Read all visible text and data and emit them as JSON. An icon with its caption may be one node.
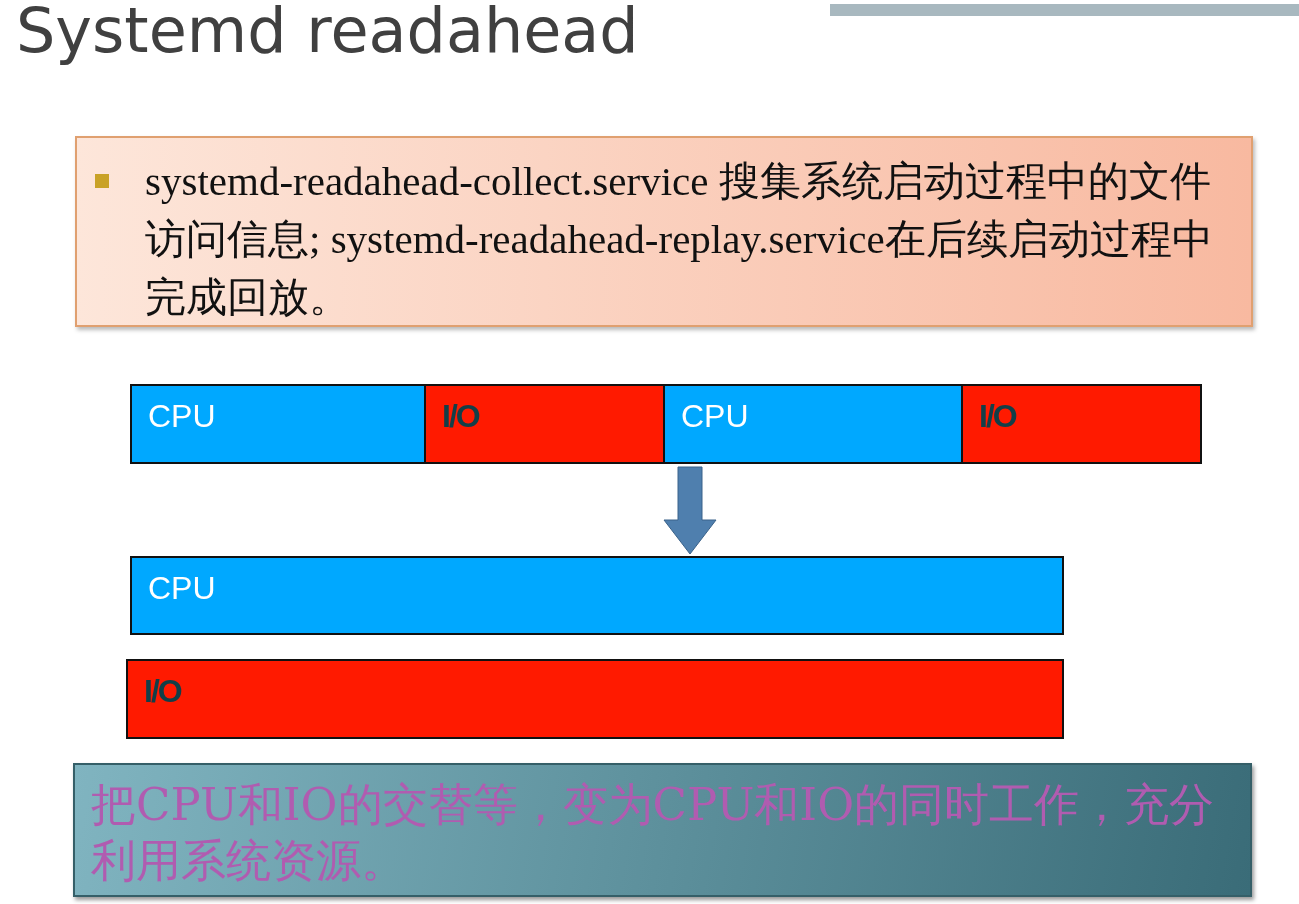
{
  "diagram": {
    "title": "Systemd readahead",
    "nodes": [
      {
        "text": [
          "systemd-readahead-collect.service 搜集系统启动过程中的文件访问信息; systemd-readahead-replay.service在后续启动过程中完成回放。"
        ]
      },
      {
        "text": [
          "CPU"
        ]
      },
      {
        "text": [
          "I/O"
        ]
      },
      {
        "text": [
          "CPU"
        ]
      },
      {
        "text": [
          "I/O"
        ]
      },
      {
        "text": [
          "CPU"
        ]
      },
      {
        "text": [
          "I/O"
        ]
      },
      {
        "text": [
          "把CPU和IO的交替等，变为CPU和IO的同时工作，充分利用系统资源。"
        ]
      }
    ],
    "edges": [
      {
        "from": 3,
        "to": 5,
        "arrow": "to"
      }
    ]
  }
}
